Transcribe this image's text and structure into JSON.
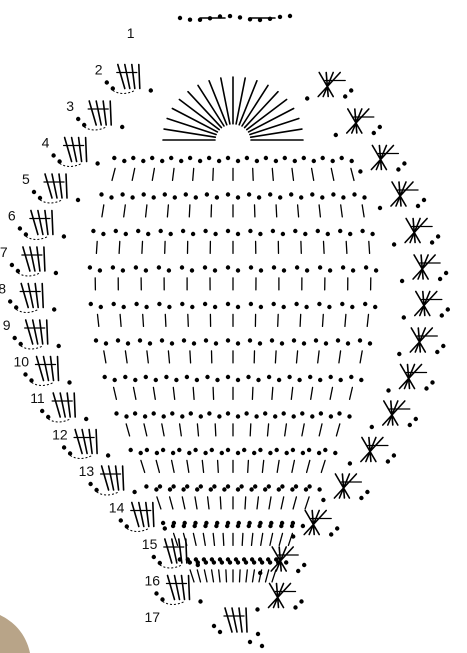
{
  "diagram": {
    "rows_left": [
      "1",
      "2",
      "3",
      "4",
      "5",
      "6",
      "7",
      "8",
      "9",
      "10",
      "11",
      "12",
      "13",
      "14",
      "15",
      "16",
      "17"
    ],
    "colors": {
      "ink": "#000000",
      "paper": "#ffffff",
      "yarn_photo": "#b8a488"
    }
  }
}
